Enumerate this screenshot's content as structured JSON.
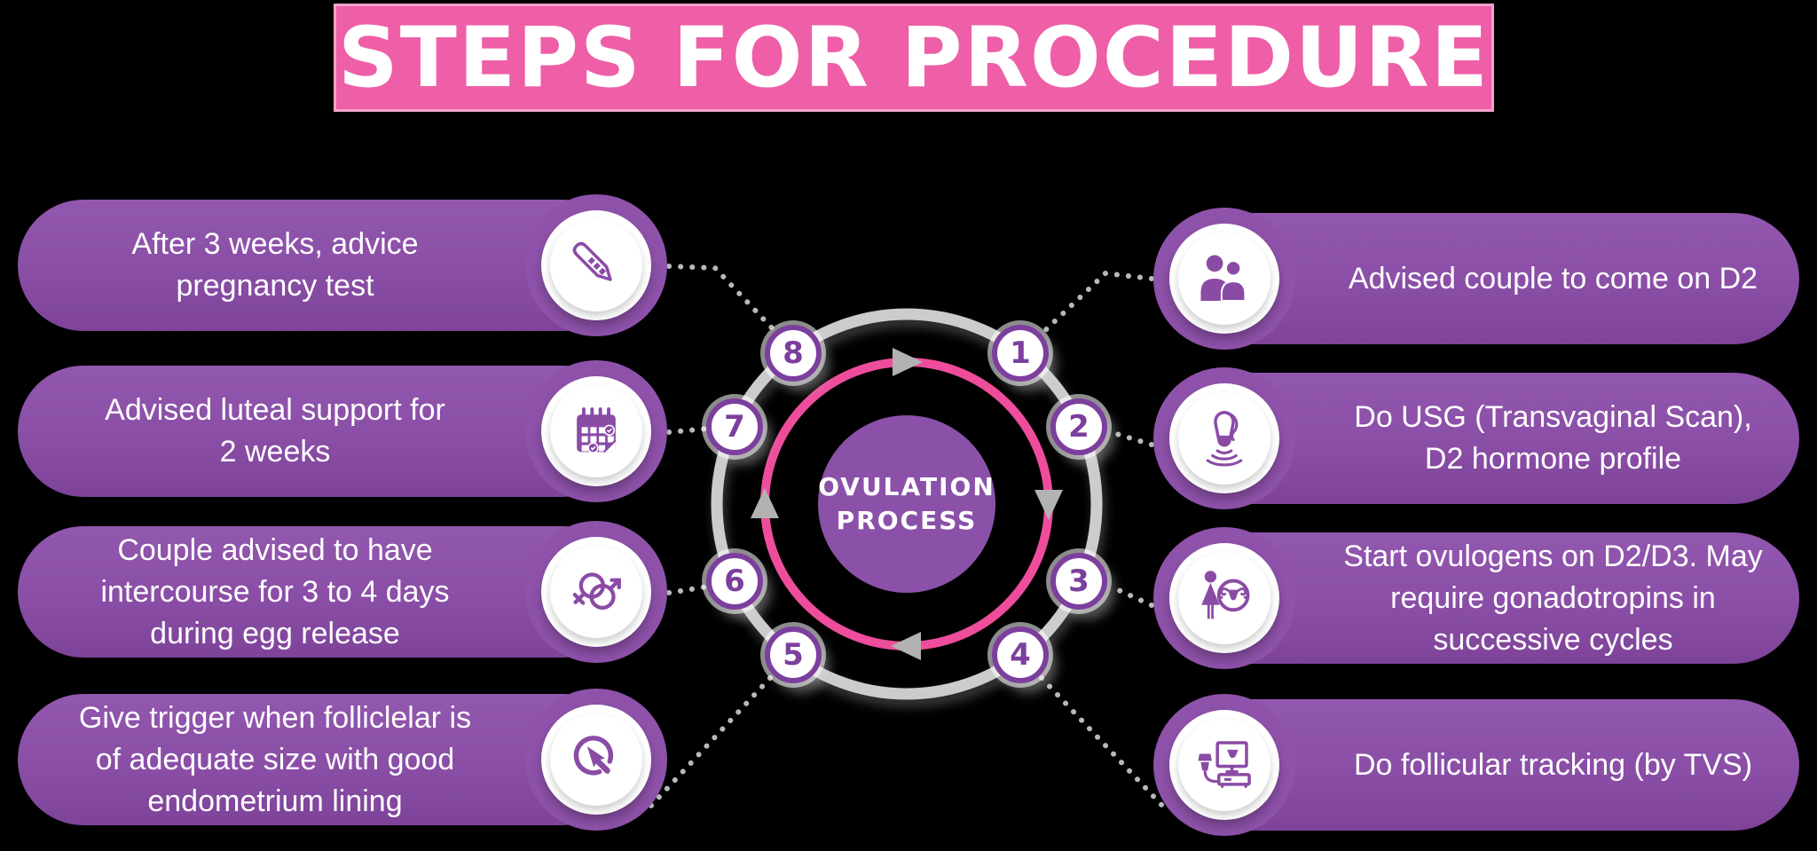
{
  "title": "STEPS FOR PROCEDURE",
  "center": {
    "line1": "OVULATION",
    "line2": "PROCESS"
  },
  "steps": [
    {
      "num": "1",
      "label": "Advised couple to come on D2",
      "icon": "couple-icon",
      "side": "right"
    },
    {
      "num": "2",
      "label": "Do USG (Transvaginal Scan),\nD2 hormone profile",
      "icon": "transvaginal-probe-icon",
      "side": "right"
    },
    {
      "num": "3",
      "label": "Start ovulogens on D2/D3. May\nrequire gonadotropins in\nsuccessive cycles",
      "icon": "woman-uterus-icon",
      "side": "right"
    },
    {
      "num": "4",
      "label": "Do follicular tracking (by TVS)",
      "icon": "ultrasound-machine-icon",
      "side": "right"
    },
    {
      "num": "5",
      "label": "Give trigger when folliclelar is\nof adequate size with good\nendometrium lining",
      "icon": "click-cursor-icon",
      "side": "left"
    },
    {
      "num": "6",
      "label": "Couple advised to have\nintercourse for 3 to 4 days\nduring egg release",
      "icon": "gender-symbols-icon",
      "side": "left"
    },
    {
      "num": "7",
      "label": "Advised luteal  support for\n2 weeks",
      "icon": "calendar-icon",
      "side": "left"
    },
    {
      "num": "8",
      "label": "After 3 weeks, advice\npregnancy test",
      "icon": "thermometer-icon",
      "side": "left"
    }
  ],
  "colors": {
    "background": "#000000",
    "title_pink": "#EE5FA7",
    "ring_pink": "#EE4D9C",
    "pill_purple": "#8A4EA6",
    "badge_purple": "#7C3F9D",
    "icon_purple": "#8A4BA5",
    "ring_gray": "#CDCCCD",
    "arrow_gray": "#B3B2B2",
    "dot_gray": "#B9B9B9",
    "text_white": "#FFFFFF"
  }
}
